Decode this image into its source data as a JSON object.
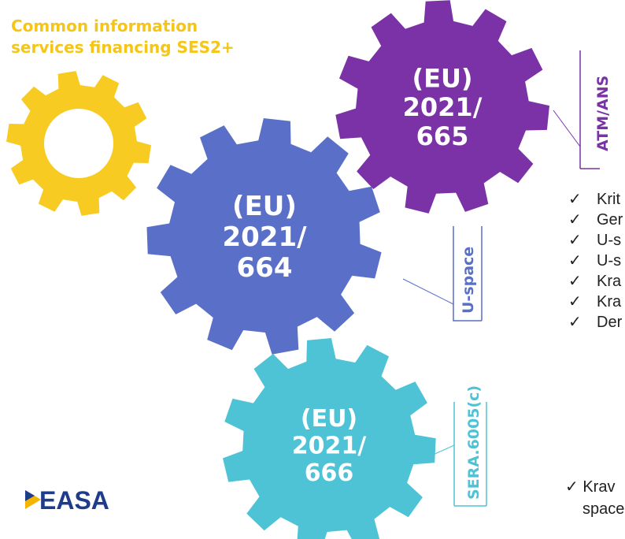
{
  "heading": {
    "line1": "Common information",
    "line2": "services financing SES2+"
  },
  "gears": [
    {
      "id": "664",
      "lines": [
        "(EU)",
        "2021/",
        "664"
      ],
      "color": "#5a6fc7",
      "tag": "U-space"
    },
    {
      "id": "665",
      "lines": [
        "(EU)",
        "2021/",
        "665"
      ],
      "color": "#7a32a6",
      "tag": "ATM/ANS"
    },
    {
      "id": "666",
      "lines": [
        "(EU)",
        "2021/",
        "666"
      ],
      "color": "#4ec3d6",
      "tag": "SERA.6005(c)"
    },
    {
      "id": "yellow",
      "color": "#f7cb22"
    }
  ],
  "checklist": {
    "tick": "✓",
    "items": [
      "Krit",
      "Ger",
      "U-s",
      "U-s",
      "Kra",
      "Kra",
      "Der"
    ]
  },
  "bottom_note": {
    "tick": "✓",
    "line1": "Krav",
    "line2": "space"
  },
  "logo": {
    "text": "EASA",
    "colors": [
      "#1f3c8a",
      "#f5b400"
    ]
  }
}
